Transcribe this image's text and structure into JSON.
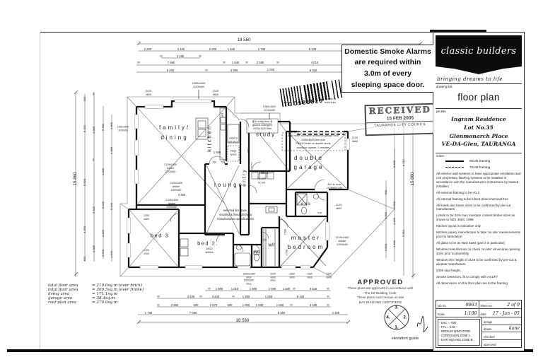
{
  "sheet": {
    "smoke_note_lines": [
      "Domestic Smoke Alarms",
      "are required within",
      "3.0m of every",
      "sleeping space door."
    ],
    "received_stamp": {
      "title": "RECEIVED",
      "date": "15 FEB 2005",
      "org": "TAURANGA CITY COUNCIL"
    },
    "barcode_text": "TCC585820",
    "approved_stamp": {
      "title": "APPROVED",
      "lines": [
        "These plans are approved in accordance with",
        "The NZ Building Code",
        "These plans must remain on site",
        "BAY BUILDING CERTIFIERS"
      ]
    },
    "elevation_guide": {
      "caption": "elevation guide",
      "top": "3.",
      "right": "2.",
      "bottom": "1.",
      "left": "4."
    }
  },
  "areas": {
    "rows": [
      {
        "label": "total floor area",
        "value": "= 219.0sq.m  (over brick)"
      },
      {
        "label": "total floor area",
        "value": "= 209.5sq.m (over frame)"
      },
      {
        "label": "living area",
        "value": "= 171.1sq.m"
      },
      {
        "label": "garage area",
        "value": "= 38.4sq.m"
      },
      {
        "label": "roof plan area",
        "value": "= 270.0sq.m"
      }
    ]
  },
  "title_block": {
    "logo_name": "classic builders",
    "tagline": "bringing dreams to life",
    "drawing_title_label": "drawing title",
    "drawing_title": "floor plan",
    "job_title_label": "job title",
    "job_title_lines": [
      "Ingram Residence",
      "Lot No.35",
      "Glenmonarch Place",
      "VE-DA-Glen, TAURANGA"
    ],
    "notes_label": "notes:",
    "framing_legend": [
      {
        "style": "solid",
        "label": "90x45 framing"
      },
      {
        "style": "dashed",
        "label": "70x45 framing"
      }
    ],
    "notes": [
      "All exterior wall systems to have appropriate ventilation and use proprietary flashing systems to be installed in accordance with the manufacturers instructions by trained installers",
      "All external framing to be H1.2",
      "All internal framing to be kilned dried chemical free",
      "All lintels and beam sizes to be confirmed by pre-cut manufacturer",
      "Lintels to be 24% max moisture content timber sizes as shown to NZS 3604, 1999",
      "Kitchen layout is indicative only",
      "Kitchen joinery manufacture to take 'on site' measurements prior to fabrication",
      "All glass to be as NZS 4223 (part 3 in particular)",
      "Window manufacturer to check 'on site' all window opening sizes prior to assembly",
      "Window trim height of 2129 to be confirmed by pre-cut & window manufacture",
      "2400 stud height.",
      "Smoke Detectors, fit to comply with AS1/F7",
      "All dimensions on this floor plan are to the framing"
    ],
    "fields": {
      "job_no_label": "job no.",
      "job_no": "9063",
      "sheet_no_label": "sheet no.",
      "sheet_no": "2 of 9",
      "scale_label": "scale",
      "scale": "1:100",
      "date_label": "date",
      "date": "17 - Jan - 05",
      "design_label": "design",
      "design": "",
      "drawn_label": "drawn",
      "drawn": "kane",
      "checked_label": "checked",
      "checked": "",
      "approved_label": "approved",
      "approved": ""
    },
    "zone_box": [
      "- EXC   = -000",
      "- FFL   = 0.00",
      "- MEDIUM WIND ZONE",
      "- CORROSION ZONE 1",
      "- EARTHQUAKE ZONE B"
    ]
  },
  "plan": {
    "labels": [
      [
        "family/",
        247,
        181,
        8,
        0,
        3
      ],
      [
        "dining",
        247,
        195,
        8,
        0,
        3
      ],
      [
        "kitchen",
        296,
        196,
        7.5,
        -90,
        2
      ],
      [
        "pant",
        315,
        163,
        3.5,
        -90
      ],
      [
        "entry",
        346,
        251,
        7,
        -90,
        2
      ],
      [
        "study",
        376,
        190,
        7.5,
        0,
        2
      ],
      [
        "double",
        437,
        224,
        8,
        0,
        3
      ],
      [
        "garage",
        437,
        237,
        8,
        0,
        3
      ],
      [
        "lounge",
        324,
        262,
        8,
        0,
        3
      ],
      [
        "laun.",
        374,
        245,
        6.5
      ],
      [
        "ens",
        433,
        289,
        6.5,
        0,
        1.5
      ],
      [
        "master",
        433,
        337,
        8,
        0,
        3
      ],
      [
        "bedroom",
        433,
        350,
        8,
        0,
        3
      ],
      [
        "w/r",
        384,
        347,
        7
      ],
      [
        "wc",
        363,
        357,
        6.5
      ],
      [
        "bed 3",
        226,
        333,
        7.5,
        0,
        1.5
      ],
      [
        "bed 2.",
        294,
        344,
        7.5,
        0,
        1.5
      ],
      [
        "2/810",
        296,
        353,
        3.8
      ],
      [
        "sliders",
        296,
        358,
        3.8
      ],
      [
        "selected fire place,",
        333,
        298,
        4.1
      ],
      [
        "installed & fixed strictly to",
        333,
        304,
        4.1
      ],
      [
        "manufacturers specifications",
        333,
        310,
        4.1
      ],
      [
        "810 entry door &",
        371,
        173,
        3.8
      ],
      [
        "glazed sidelights",
        371,
        178,
        3.8
      ],
      [
        "2040x1530 trim",
        371,
        183,
        3.8
      ],
      [
        "4500 wide colorsteel sectional garage door",
        443,
        193,
        3.8
      ],
      [
        "2055x4540 trim size",
        443,
        198.5,
        3.8
      ],
      [
        "F83GH lintel on double studs",
        443,
        204,
        3.8
      ],
      [
        "autodoor opener, 2 remotes",
        443,
        209.5,
        3.8
      ],
      [
        "to side of",
        467,
        140,
        4
      ],
      [
        "door trim",
        467,
        145,
        4
      ],
      [
        "810 al. door",
        473,
        262,
        3.6
      ],
      [
        "2128x890 trim",
        473,
        267,
        3.6
      ],
      [
        "chtwd &",
        330,
        196,
        3.5
      ],
      [
        "u/b bnch",
        330,
        201,
        3.5
      ],
      [
        "fridge",
        330,
        214,
        3.5
      ],
      [
        "space",
        330,
        219,
        3.5
      ],
      [
        "dry    w/m",
        370,
        253,
        3.5
      ],
      [
        "tlc    tub",
        370,
        259,
        3.5
      ],
      [
        "1300x2400",
        281,
        119,
        3.8
      ],
      [
        "2/200x50",
        281,
        124,
        3.8
      ],
      [
        "2129",
        210,
        130,
        3.8
      ],
      [
        "x800",
        210,
        135,
        3.8
      ],
      [
        "2129",
        305,
        130,
        3.8
      ],
      [
        "x800",
        305,
        135,
        3.8
      ],
      [
        "1360x1600",
        381,
        152,
        3.8
      ],
      [
        "2/150x50",
        381,
        157,
        3.8
      ],
      [
        "2129",
        502,
        196,
        3.8
      ],
      [
        "x800",
        502,
        201,
        3.8
      ],
      [
        "2129",
        479,
        291,
        3.8
      ],
      [
        "x800",
        479,
        296,
        3.8
      ],
      [
        "2129x2400",
        484,
        337,
        3.8
      ],
      [
        "childer",
        484,
        342,
        3.8
      ],
      [
        "2/300x50",
        484,
        347,
        3.8
      ],
      [
        "2129x2400",
        241,
        234,
        3.6
      ],
      [
        "childer",
        241,
        239,
        3.6
      ],
      [
        "2/200x50",
        241,
        244,
        3.6
      ],
      [
        "2129x2400",
        249,
        260,
        3.6
      ],
      [
        "childer",
        249,
        265,
        3.6
      ],
      [
        "2/200x50",
        249,
        270,
        3.6
      ],
      [
        "2129x1800",
        243,
        284,
        3.6
      ],
      [
        "childer",
        243,
        289,
        3.6
      ],
      [
        "2/200x50",
        243,
        294,
        3.6
      ],
      [
        "1200",
        207,
        306,
        3.6
      ],
      [
        "x600",
        207,
        311,
        3.6
      ],
      [
        "1300",
        207,
        355,
        3.6
      ],
      [
        "x900",
        207,
        360,
        3.6
      ],
      [
        "1300x2400",
        174,
        180,
        3.3
      ],
      [
        "3/200x50",
        174,
        185,
        3.3
      ],
      [
        "1000x1400",
        352,
        388,
        3.5
      ],
      [
        "obsc",
        352,
        392.5,
        3.5
      ],
      [
        "2/150x50",
        352,
        397,
        3.5
      ],
      [
        "obsc",
        352,
        401.5,
        3.5
      ],
      [
        "1000",
        386,
        388,
        3.5
      ],
      [
        "x600",
        386,
        392.5,
        3.5
      ],
      [
        "obsc",
        386,
        397,
        3.5
      ],
      [
        "1300",
        413,
        388,
        3.5
      ],
      [
        "x600",
        413,
        392.5,
        3.5
      ],
      [
        "1300",
        438,
        388,
        3.5
      ],
      [
        "x600",
        438,
        392.5,
        3.5
      ],
      [
        "1300",
        465,
        388,
        3.5
      ],
      [
        "x600",
        465,
        392.5,
        3.5
      ],
      [
        "18 560",
        345,
        57,
        6.2
      ],
      [
        "2 200",
        209,
        70
      ],
      [
        "3 460",
        256,
        70
      ],
      [
        "2 200",
        301,
        70
      ],
      [
        "1 840",
        327,
        70
      ],
      [
        "2 760",
        370,
        70
      ],
      [
        "6 100",
        442,
        70
      ],
      [
        "90",
        228,
        80,
        3.2
      ],
      [
        "3 280",
        255,
        80
      ],
      [
        "90",
        283,
        80,
        3.2
      ],
      [
        "90",
        196,
        89,
        3.2
      ],
      [
        "7 680",
        242,
        89
      ],
      [
        "90",
        317,
        89,
        3.2
      ],
      [
        "1 840",
        333,
        89
      ],
      [
        "90",
        349,
        89,
        3.2
      ],
      [
        "2 580",
        368,
        89
      ],
      [
        "90",
        393,
        89,
        3.2
      ],
      [
        "4 010",
        445,
        89
      ],
      [
        "90",
        490,
        89,
        3.2
      ],
      [
        "6 200",
        241,
        100
      ],
      [
        "90",
        292,
        100,
        3.2
      ],
      [
        "4 990",
        331,
        100
      ],
      [
        "1 000",
        383,
        99
      ],
      [
        "6 010",
        443,
        100
      ],
      [
        "90",
        490,
        100,
        3.2
      ],
      [
        "90",
        296,
        409,
        3.2
      ],
      [
        "1 900",
        310,
        409
      ],
      [
        "1 010",
        332,
        409
      ],
      [
        "1 900",
        358,
        409
      ],
      [
        "1 000",
        385,
        409
      ],
      [
        "1 500",
        405,
        409
      ],
      [
        "90",
        416,
        409,
        3.2
      ],
      [
        "3 620",
        443,
        409
      ],
      [
        "90",
        464,
        409,
        3.2
      ],
      [
        "90",
        224,
        420,
        3.2
      ],
      [
        "3 630",
        270,
        420
      ],
      [
        "90",
        284,
        420,
        3.2
      ],
      [
        "3 240",
        305,
        420
      ],
      [
        "90",
        330,
        420,
        3.2
      ],
      [
        "1 900",
        348,
        420
      ],
      [
        "1 000",
        380,
        420
      ],
      [
        "5 100",
        425,
        420
      ],
      [
        "90",
        464,
        420,
        3.2
      ],
      [
        "90",
        224,
        432,
        3.2
      ],
      [
        "2 960",
        247,
        432
      ],
      [
        "600",
        277,
        432
      ],
      [
        "2 570",
        302,
        432
      ],
      [
        "600",
        325,
        432
      ],
      [
        "1 900",
        348,
        432
      ],
      [
        "1 000",
        367,
        432
      ],
      [
        "1 560",
        396,
        432
      ],
      [
        "90",
        412,
        432,
        3.2
      ],
      [
        "3 450",
        443,
        432
      ],
      [
        "90",
        464,
        432,
        3.2
      ],
      [
        "1 750",
        210,
        443
      ],
      [
        "7 050",
        273,
        443
      ],
      [
        "8 360",
        398,
        443
      ],
      [
        "1 400",
        475,
        443
      ],
      [
        "18 560",
        343,
        454,
        6.2
      ],
      [
        "15 860",
        107,
        253,
        6.2,
        -90
      ],
      [
        "600",
        120,
        140,
        4,
        -90
      ],
      [
        "5 160",
        120,
        182,
        4,
        -90
      ],
      [
        "5 990",
        120,
        258,
        4,
        -90
      ],
      [
        "4 260",
        120,
        325,
        4,
        -90
      ],
      [
        "600",
        120,
        366,
        4,
        -90
      ],
      [
        "90",
        133,
        133,
        3.2,
        -90
      ],
      [
        "4 980",
        133,
        184,
        4,
        -90
      ],
      [
        "90",
        133,
        226,
        3.2,
        -90
      ],
      [
        "3 625",
        133,
        297,
        4,
        -90
      ],
      [
        "1 385",
        133,
        352,
        4,
        -90
      ],
      [
        "5 780",
        146,
        180,
        4,
        -90
      ],
      [
        "1 000",
        146,
        243,
        4,
        -90
      ],
      [
        "3 040",
        146,
        290,
        4,
        -90
      ],
      [
        "1 000",
        146,
        330,
        4,
        -90
      ],
      [
        "2 990",
        146,
        358,
        4,
        -90
      ],
      [
        "3 890",
        158,
        178,
        4,
        -90
      ],
      [
        "1 980",
        158,
        213,
        4,
        -90
      ],
      [
        "5 040",
        158,
        292,
        4,
        -90
      ],
      [
        "1 520",
        158,
        360,
        4,
        -90
      ],
      [
        "15 860",
        584,
        253,
        6.2,
        -90
      ],
      [
        "600",
        571,
        177,
        4,
        -90
      ],
      [
        "6 210",
        571,
        230,
        4,
        -90
      ],
      [
        "6 850",
        571,
        330,
        4,
        -90
      ],
      [
        "6 830",
        558,
        232,
        4,
        -90
      ],
      [
        "1 990",
        558,
        290,
        4,
        -90
      ],
      [
        "1 000",
        558,
        313,
        4,
        -90
      ],
      [
        "4 680",
        558,
        345,
        4,
        -90
      ],
      [
        "600",
        546,
        272,
        4,
        -90
      ],
      [
        "1 990",
        546,
        305,
        4,
        -90
      ],
      [
        "3 990",
        546,
        350,
        4,
        -90
      ],
      [
        "1 850",
        307,
        216
      ],
      [
        "760",
        303,
        230,
        3.5
      ],
      [
        "760",
        315,
        230,
        3.5
      ],
      [
        "4 450",
        257,
        276
      ],
      [
        "760",
        352,
        213,
        3.5,
        -90
      ],
      [
        "710",
        374,
        340,
        3.5
      ],
      [
        "710",
        452,
        302,
        3.5
      ],
      [
        "1 600",
        404,
        328,
        3.5,
        -90
      ],
      [
        "2 590",
        406,
        357,
        3.5,
        -90
      ]
    ]
  }
}
